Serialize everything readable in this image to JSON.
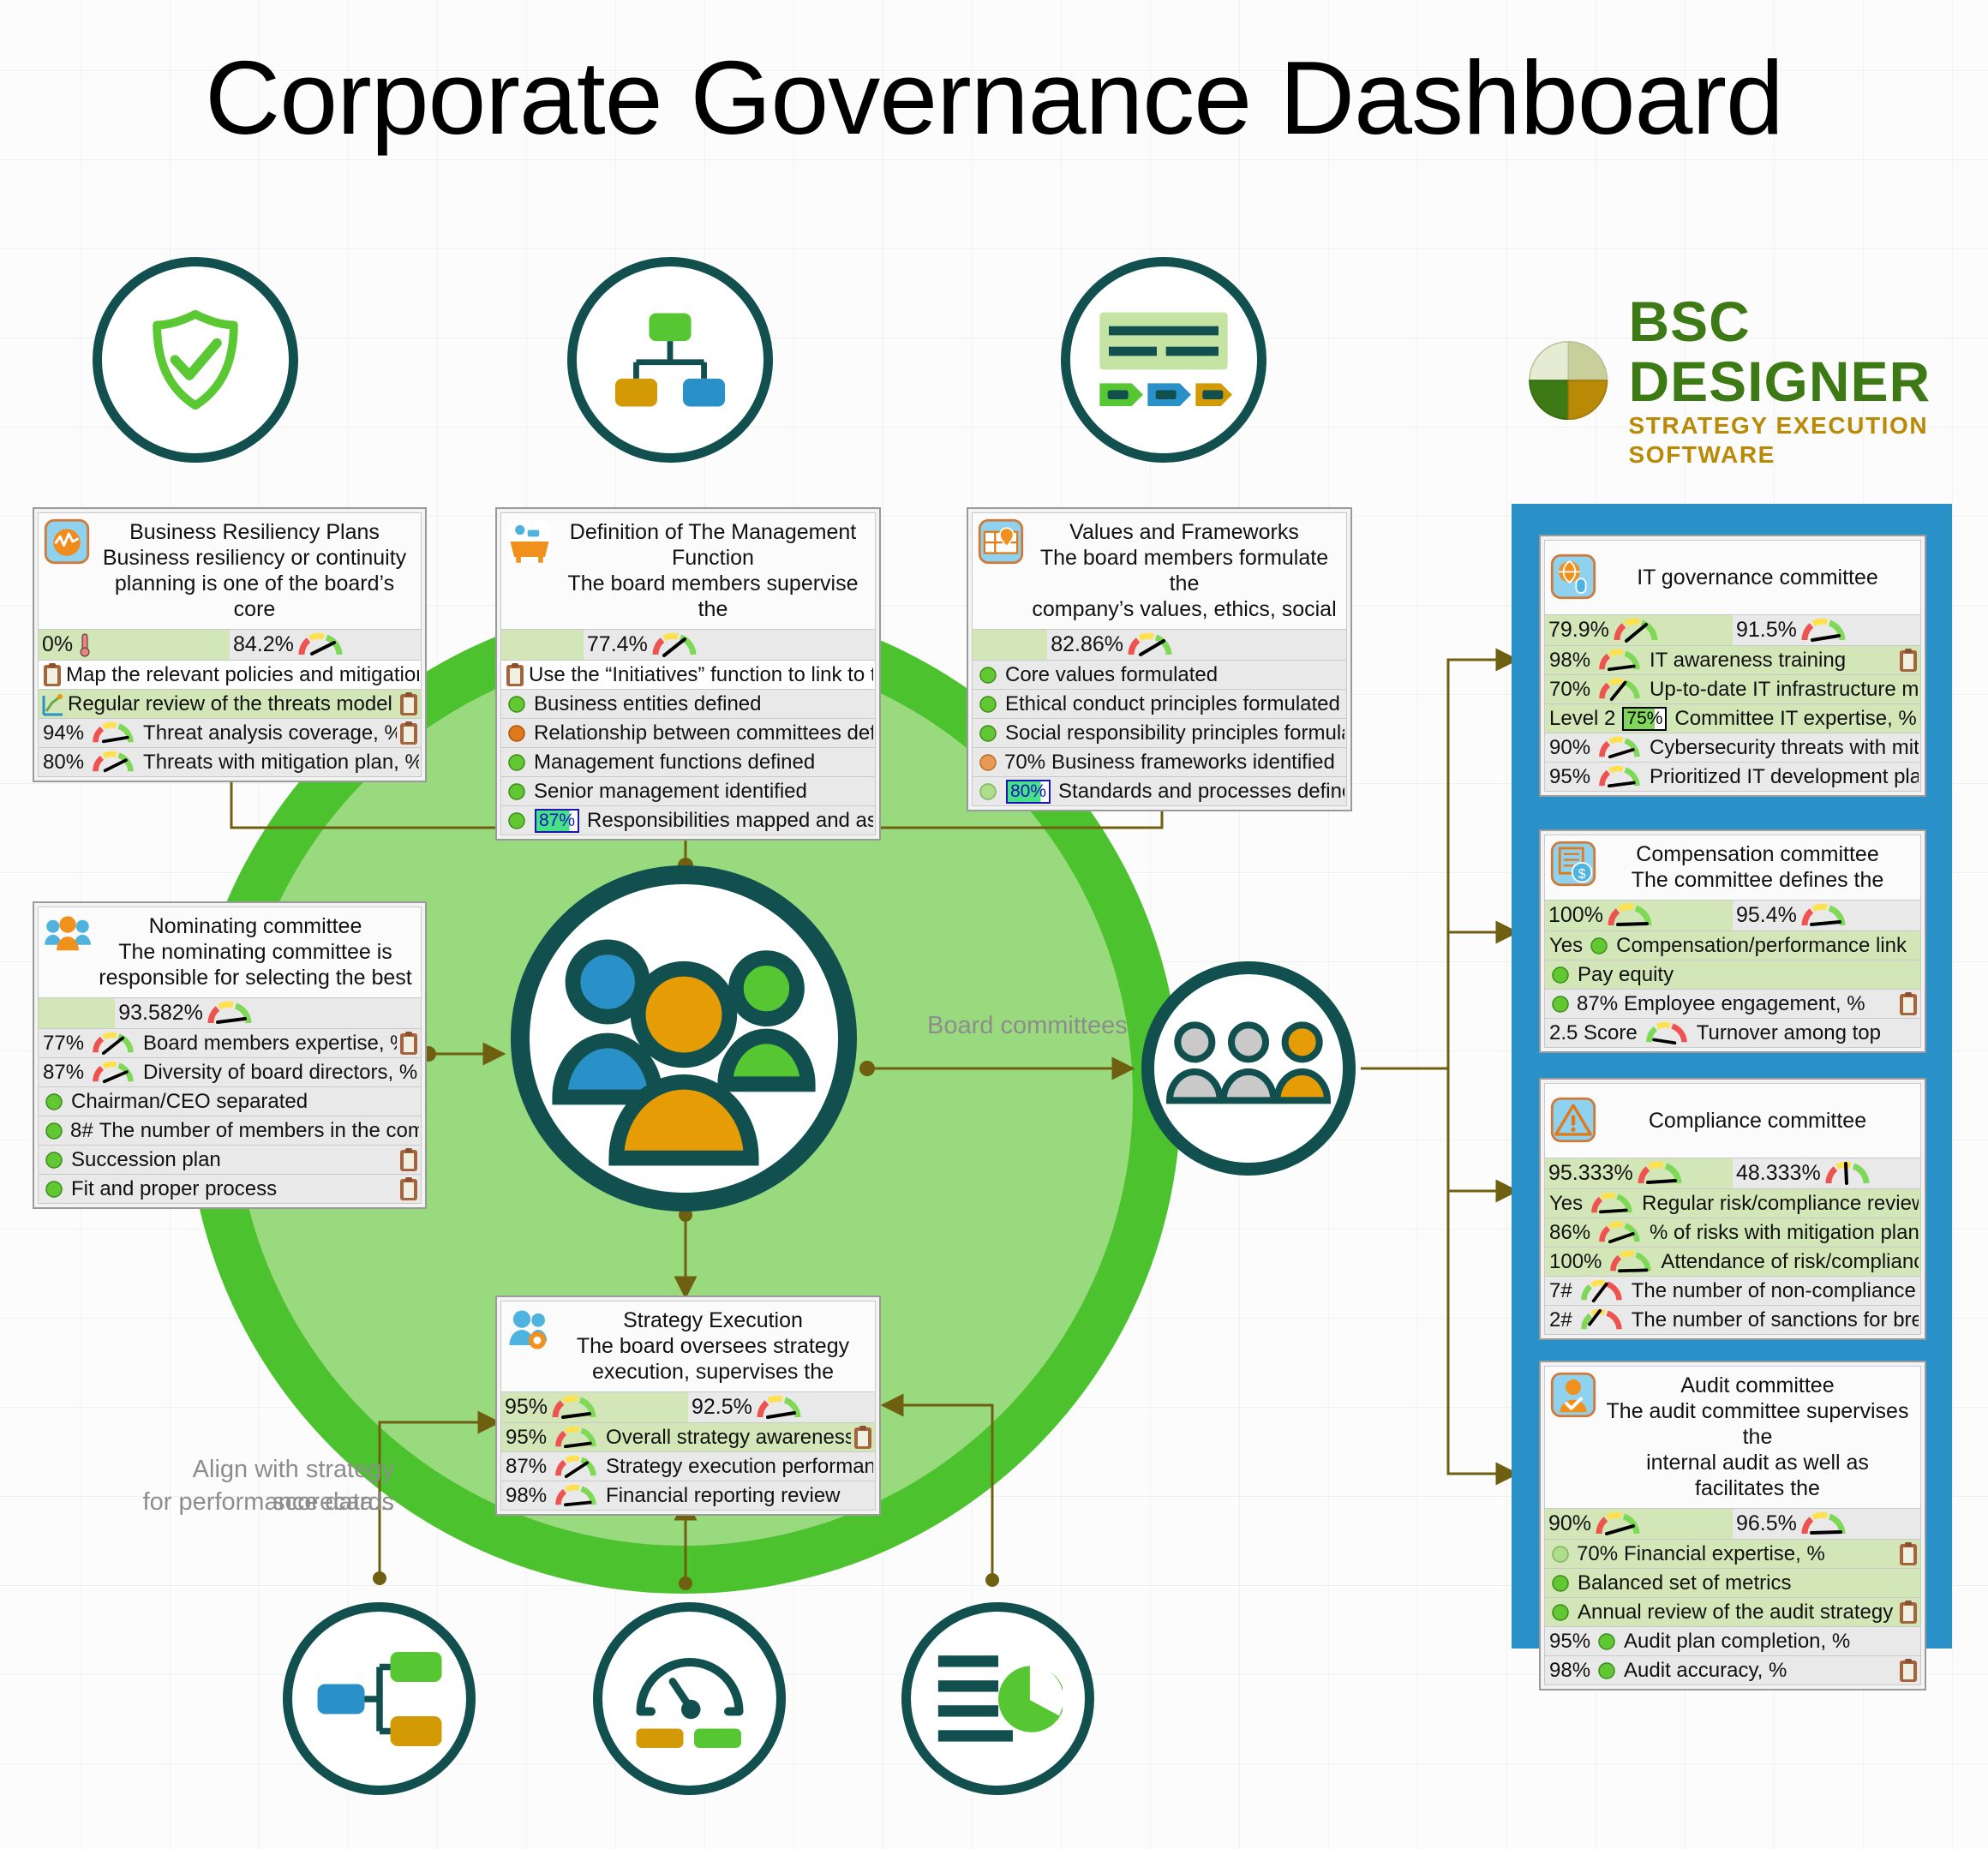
{
  "page": {
    "title": "Corporate Governance Dashboard",
    "brand_name": "BSC DESIGNER",
    "brand_tagline": "STRATEGY EXECUTION SOFTWARE",
    "accent_green": "#4cc22f",
    "accent_green_light": "#9ada7f",
    "accent_teal": "#11504e",
    "accent_blue": "#2a91c8",
    "accent_orange": "#e59c05"
  },
  "annotations": {
    "board_committees": "Board committees",
    "align_line1": "Align with strategy scorecards",
    "align_line2": "for performance data..."
  },
  "top_icons": [
    {
      "name": "shield-check-icon"
    },
    {
      "name": "org-chart-icon"
    },
    {
      "name": "document-flow-icon"
    }
  ],
  "bottom_icons": [
    {
      "name": "hierarchy-icon"
    },
    {
      "name": "gauge-dashboard-icon"
    },
    {
      "name": "report-pie-icon"
    }
  ],
  "cards": {
    "business_resiliency": {
      "title_line1": "Business Resiliency Plans",
      "title_line2": "Business resiliency or continuity",
      "title_line3": "planning is one of the board’s core",
      "icon": "orange-pulse-icon",
      "kpi_left": "0%",
      "kpi_right": "84.2%",
      "rows": [
        {
          "value": "",
          "label": "Map the relevant policies and mitigation",
          "marker": "clipboard",
          "clip": false,
          "tone": "white"
        },
        {
          "value": "",
          "label": "Regular review of the threats model",
          "marker": "chart",
          "clip": true,
          "tone": "green"
        },
        {
          "value": "94%",
          "label": "Threat analysis coverage, %",
          "marker": "gauge",
          "clip": true,
          "tone": "grey"
        },
        {
          "value": "80%",
          "label": "Threats with mitigation plan, %",
          "marker": "gauge",
          "clip": false,
          "tone": "grey"
        }
      ]
    },
    "management_function": {
      "title_line1": "Definition of The Management",
      "title_line2": "Function",
      "title_line3": "The board members supervise the",
      "icon": "orange-desk-icon",
      "kpi_left": "",
      "kpi_right": "77.4%",
      "rows": [
        {
          "value": "",
          "label": "Use the “Initiatives” function to link to the",
          "marker": "clipboard",
          "clip": false,
          "tone": "white"
        },
        {
          "value": "",
          "label": "Business entities defined",
          "marker": "dot-green",
          "clip": false,
          "tone": "grey"
        },
        {
          "value": "",
          "label": "Relationship between committees defined",
          "marker": "dot-orange",
          "clip": false,
          "tone": "grey"
        },
        {
          "value": "",
          "label": "Management functions defined",
          "marker": "dot-green",
          "clip": false,
          "tone": "grey"
        },
        {
          "value": "",
          "label": "Senior management identified",
          "marker": "dot-green",
          "clip": false,
          "tone": "grey"
        },
        {
          "value": "",
          "badge": "87%",
          "label": "Responsibilities mapped and assigned",
          "marker": "dot-green",
          "clip": false,
          "tone": "grey"
        }
      ]
    },
    "values_frameworks": {
      "title_line1": "Values and Frameworks",
      "title_line2": "The board members formulate the",
      "title_line3": "company’s values, ethics, social",
      "icon": "orange-map-icon",
      "kpi_left": "",
      "kpi_right": "82.86%",
      "rows": [
        {
          "value": "",
          "label": "Core values formulated",
          "marker": "dot-green",
          "clip": false,
          "tone": "grey"
        },
        {
          "value": "",
          "label": "Ethical conduct principles formulated",
          "marker": "dot-green",
          "clip": false,
          "tone": "grey"
        },
        {
          "value": "",
          "label": "Social responsibility principles formulated",
          "marker": "dot-green",
          "clip": false,
          "tone": "grey"
        },
        {
          "value": "70%",
          "label": "Business frameworks identified",
          "marker": "dot-orange",
          "clip": false,
          "tone": "grey"
        },
        {
          "value": "",
          "badge": "80%",
          "label": "Standards and processes defined",
          "marker": "dot-pale",
          "clip": false,
          "tone": "grey"
        }
      ]
    },
    "nominating_committee": {
      "title_line1": "Nominating committee",
      "title_line2": "The nominating committee is",
      "title_line3": "responsible for selecting the best",
      "icon": "people-group-icon",
      "kpi_left": "",
      "kpi_right": "93.582%",
      "rows": [
        {
          "value": "77%",
          "label": "Board members expertise, %",
          "marker": "gauge",
          "clip": true,
          "tone": "grey"
        },
        {
          "value": "87%",
          "label": "Diversity of board directors, %",
          "marker": "gauge",
          "clip": false,
          "tone": "grey"
        },
        {
          "value": "",
          "label": "Chairman/CEO separated",
          "marker": "dot-green",
          "clip": false,
          "tone": "grey"
        },
        {
          "value": "8#",
          "label": "The number of members in the committee",
          "marker": "dot-green",
          "clip": false,
          "tone": "grey"
        },
        {
          "value": "",
          "label": "Succession plan",
          "marker": "dot-green",
          "clip": true,
          "tone": "grey"
        },
        {
          "value": "",
          "label": "Fit and proper process",
          "marker": "dot-green",
          "clip": true,
          "tone": "grey"
        }
      ]
    },
    "strategy_execution": {
      "title_line1": "Strategy Execution",
      "title_line2": "The board oversees strategy",
      "title_line3": "execution, supervises the",
      "icon": "people-gear-icon",
      "kpi_left": "95%",
      "kpi_right": "92.5%",
      "rows": [
        {
          "value": "95%",
          "label": "Overall strategy awareness",
          "marker": "gauge",
          "clip": true,
          "tone": "green"
        },
        {
          "value": "87%",
          "label": "Strategy execution performance",
          "marker": "gauge",
          "clip": false,
          "tone": "grey"
        },
        {
          "value": "98%",
          "label": "Financial reporting review",
          "marker": "gauge",
          "clip": false,
          "tone": "grey"
        }
      ]
    },
    "it_governance": {
      "title_line1": "IT governance committee",
      "title_line2": "",
      "title_line3": "",
      "icon": "globe-mouse-icon",
      "kpi_left": "79.9%",
      "kpi_right": "91.5%",
      "rows": [
        {
          "value": "98%",
          "label": "IT awareness training",
          "marker": "gauge",
          "clip": true,
          "tone": "green"
        },
        {
          "value": "70%",
          "label": "Up-to-date IT infrastructure model, %",
          "marker": "gauge",
          "clip": false,
          "tone": "green"
        },
        {
          "value": "Level 2",
          "badge": "75%",
          "label": "Committee IT expertise, %",
          "marker": "none",
          "clip": false,
          "tone": "green"
        },
        {
          "value": "90%",
          "label": "Cybersecurity threats with mitigation",
          "marker": "gauge",
          "clip": false,
          "tone": "grey"
        },
        {
          "value": "95%",
          "label": "Prioritized IT development plan, %",
          "marker": "gauge",
          "clip": false,
          "tone": "grey"
        }
      ]
    },
    "compensation_committee": {
      "title_line1": "Compensation committee",
      "title_line2": "The committee defines the",
      "title_line3": "",
      "icon": "money-contract-icon",
      "kpi_left": "100%",
      "kpi_right": "95.4%",
      "rows": [
        {
          "value": "Yes",
          "label": "Compensation/performance link",
          "marker": "dot-green",
          "clip": false,
          "tone": "green"
        },
        {
          "value": "",
          "label": "Pay equity",
          "marker": "dot-green",
          "clip": false,
          "tone": "green"
        },
        {
          "value": "87%",
          "label": "Employee engagement, %",
          "marker": "dot-green",
          "clip": true,
          "tone": "grey"
        },
        {
          "value": "2.5 Score",
          "label": "Turnover among top",
          "marker": "gauge-rev",
          "clip": false,
          "tone": "grey"
        }
      ]
    },
    "compliance_committee": {
      "title_line1": "Compliance committee",
      "title_line2": "",
      "title_line3": "",
      "icon": "warning-triangle-icon",
      "kpi_left": "95.333%",
      "kpi_right": "48.333%",
      "rows": [
        {
          "value": "Yes",
          "label": "Regular risk/compliance reviews",
          "marker": "gauge",
          "clip": false,
          "tone": "green"
        },
        {
          "value": "86%",
          "label": "% of risks with mitigation plans",
          "marker": "gauge",
          "clip": false,
          "tone": "green"
        },
        {
          "value": "100%",
          "label": "Attendance of risk/compliance",
          "marker": "gauge",
          "clip": false,
          "tone": "green"
        },
        {
          "value": "7#",
          "label": "The number of non-compliance",
          "marker": "gauge-rev",
          "clip": false,
          "tone": "grey"
        },
        {
          "value": "2#",
          "label": "The number of sanctions for breaching",
          "marker": "gauge-rev",
          "clip": false,
          "tone": "grey"
        }
      ]
    },
    "audit_committee": {
      "title_line1": "Audit committee",
      "title_line2": "The audit committee supervises the",
      "title_line3": "internal audit as well as facilitates the",
      "icon": "person-check-icon",
      "kpi_left": "90%",
      "kpi_right": "96.5%",
      "rows": [
        {
          "value": "70%",
          "label": "Financial expertise, %",
          "marker": "dot-pale",
          "clip": true,
          "tone": "green"
        },
        {
          "value": "",
          "label": "Balanced set of metrics",
          "marker": "dot-green",
          "clip": false,
          "tone": "green"
        },
        {
          "value": "",
          "label": "Annual review of the audit strategy",
          "marker": "dot-green",
          "clip": true,
          "tone": "green"
        },
        {
          "value": "95%",
          "label": "Audit plan completion, %",
          "marker": "dot-green",
          "clip": false,
          "tone": "grey"
        },
        {
          "value": "98%",
          "label": "Audit accuracy, %",
          "marker": "dot-green",
          "clip": true,
          "tone": "grey"
        }
      ]
    }
  }
}
